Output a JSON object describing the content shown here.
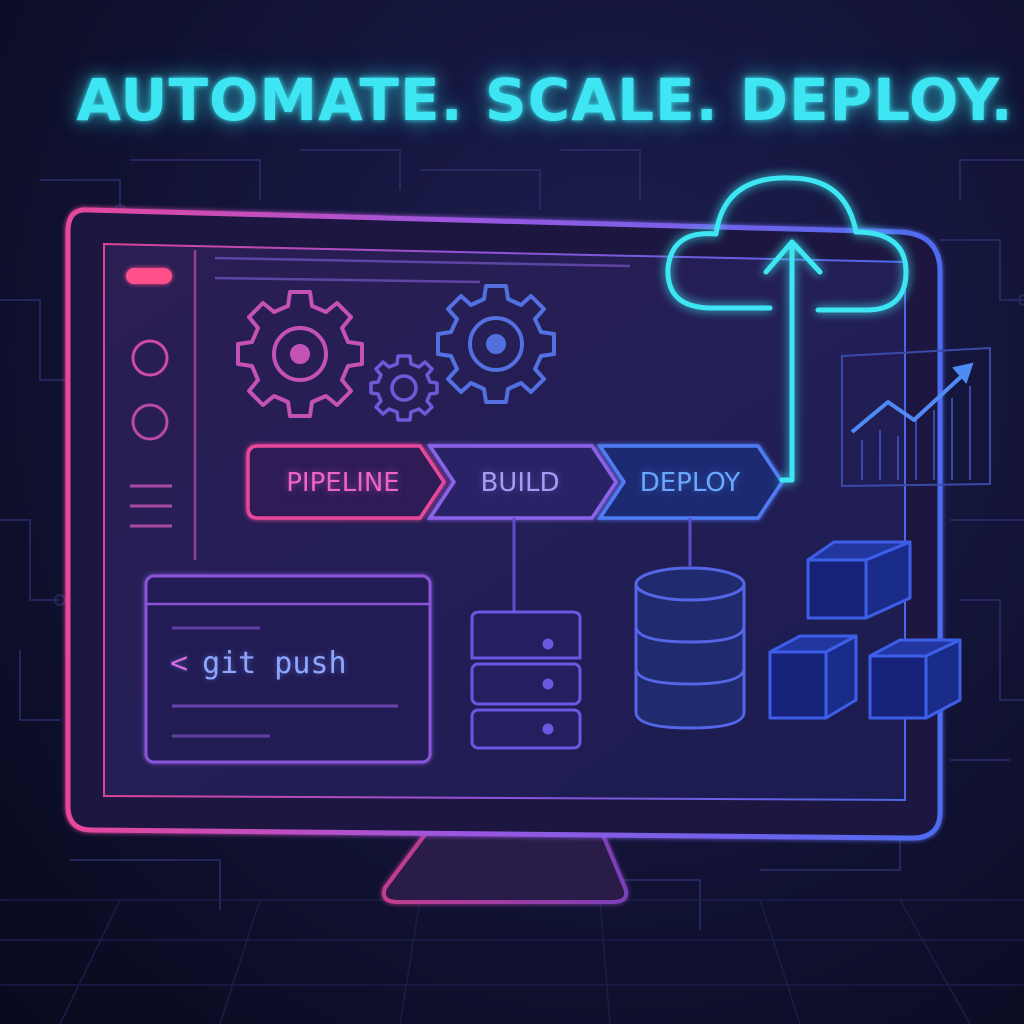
{
  "headline": "AUTOMATE. SCALE. DEPLOY.",
  "pipeline": {
    "stages": [
      {
        "label": "PIPELINE"
      },
      {
        "label": "BUILD"
      },
      {
        "label": "DEPLOY"
      }
    ]
  },
  "terminal": {
    "prompt": "<",
    "command": "git push"
  },
  "palette": {
    "cyan": "#3de6f2",
    "magenta": "#e8479b",
    "violet": "#8a63e8",
    "blue": "#4f7cf5",
    "background": "#0d0f2a"
  },
  "icons": [
    "gear-icon",
    "cloud-upload-icon",
    "database-icon",
    "server-icon",
    "cube-icon",
    "growth-chart-icon"
  ]
}
